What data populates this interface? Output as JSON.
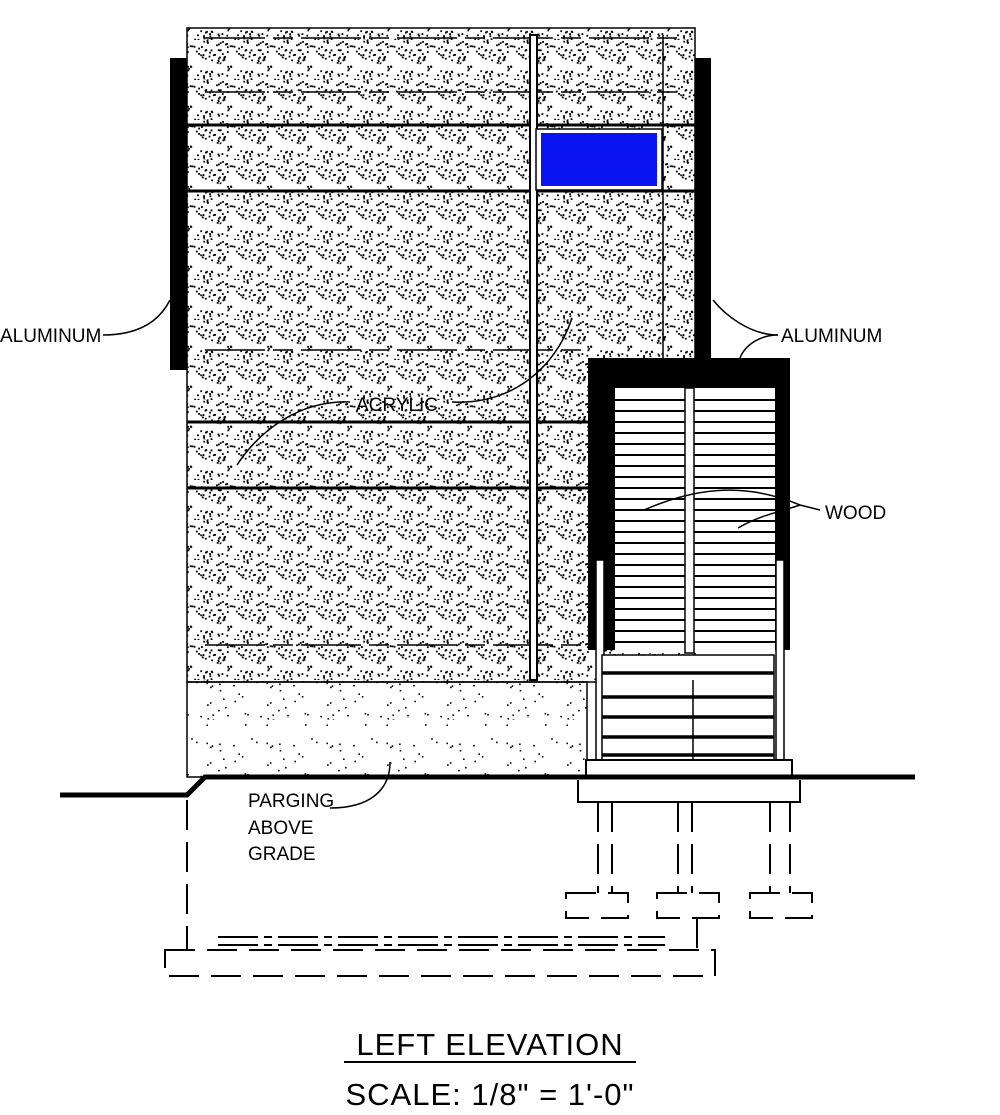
{
  "labels": {
    "aluminum_left": "ALUMINUM",
    "aluminum_right": "ALUMINUM",
    "acrylic": "ACRYLIC",
    "wood": "WOOD",
    "parging": [
      "PARGING",
      "ABOVE",
      "GRADE"
    ]
  },
  "title": "LEFT ELEVATION",
  "scale": "SCALE: 1/8\" = 1'-0\"",
  "colors": {
    "window": "#0a14f0",
    "ink": "#000000"
  }
}
